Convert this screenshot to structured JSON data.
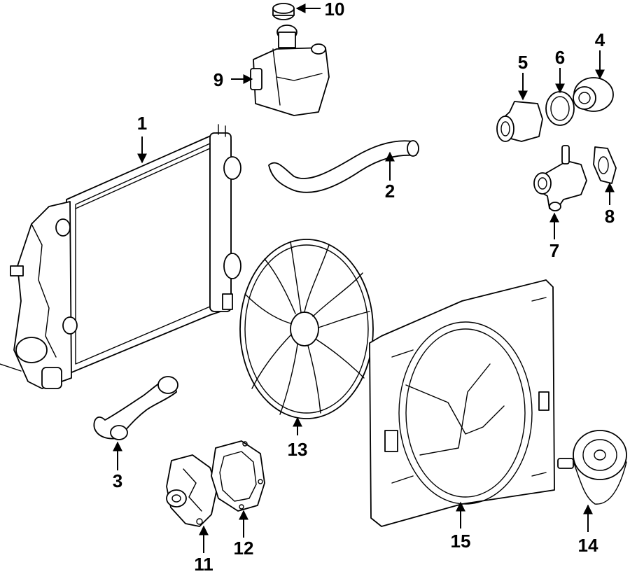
{
  "callouts": [
    {
      "id": "1",
      "text": "1"
    },
    {
      "id": "2",
      "text": "2"
    },
    {
      "id": "3",
      "text": "3"
    },
    {
      "id": "4",
      "text": "4"
    },
    {
      "id": "5",
      "text": "5"
    },
    {
      "id": "6",
      "text": "6"
    },
    {
      "id": "7",
      "text": "7"
    },
    {
      "id": "8",
      "text": "8"
    },
    {
      "id": "9",
      "text": "9"
    },
    {
      "id": "10",
      "text": "10"
    },
    {
      "id": "11",
      "text": "11"
    },
    {
      "id": "12",
      "text": "12"
    },
    {
      "id": "13",
      "text": "13"
    },
    {
      "id": "14",
      "text": "14"
    },
    {
      "id": "15",
      "text": "15"
    }
  ]
}
